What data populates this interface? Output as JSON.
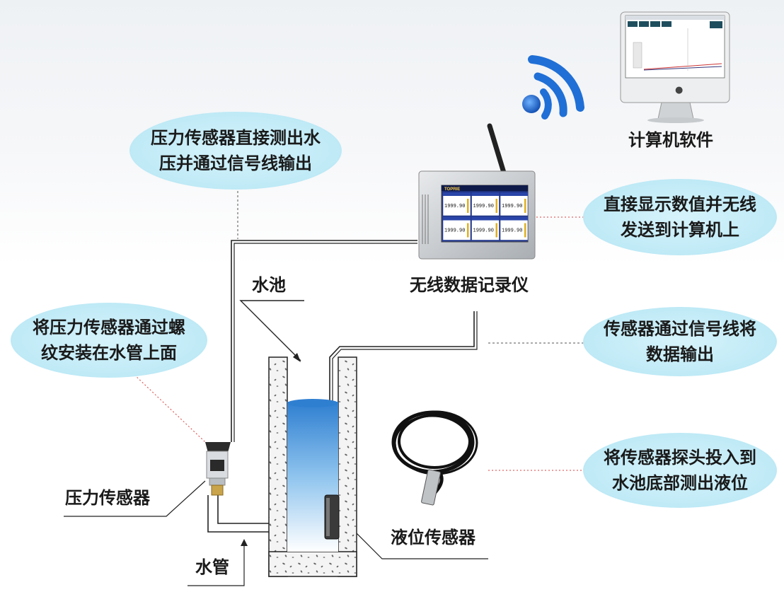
{
  "bubbles": {
    "pressure_output": "压力传感器直接测出水\n压并通过信号线输出",
    "display_send": "直接显示数值并无线\n发送到计算机上",
    "thread_install": "将压力传感器通过螺\n纹安装在水管上面",
    "signal_output": "传感器通过信号线将\n数据输出",
    "probe_depth": "将传感器探头投入到\n水池底部测出液位"
  },
  "labels": {
    "computer_software": "计算机软件",
    "wireless_recorder": "无线数据记录仪",
    "pool": "水池",
    "pressure_sensor": "压力传感器",
    "level_sensor": "液位传感器",
    "water_pipe": "水管"
  },
  "recorder_screen": {
    "brand": "TOPRIE",
    "readings": [
      "1999.90",
      "1999.90",
      "1999.90",
      "1999.90",
      "1999.90",
      "1999.90"
    ]
  },
  "colors": {
    "bubble": "#c2ebf7",
    "wifi": "#1f6fd6",
    "water": "#3a8fd8",
    "dotted_line": "#d94040"
  }
}
